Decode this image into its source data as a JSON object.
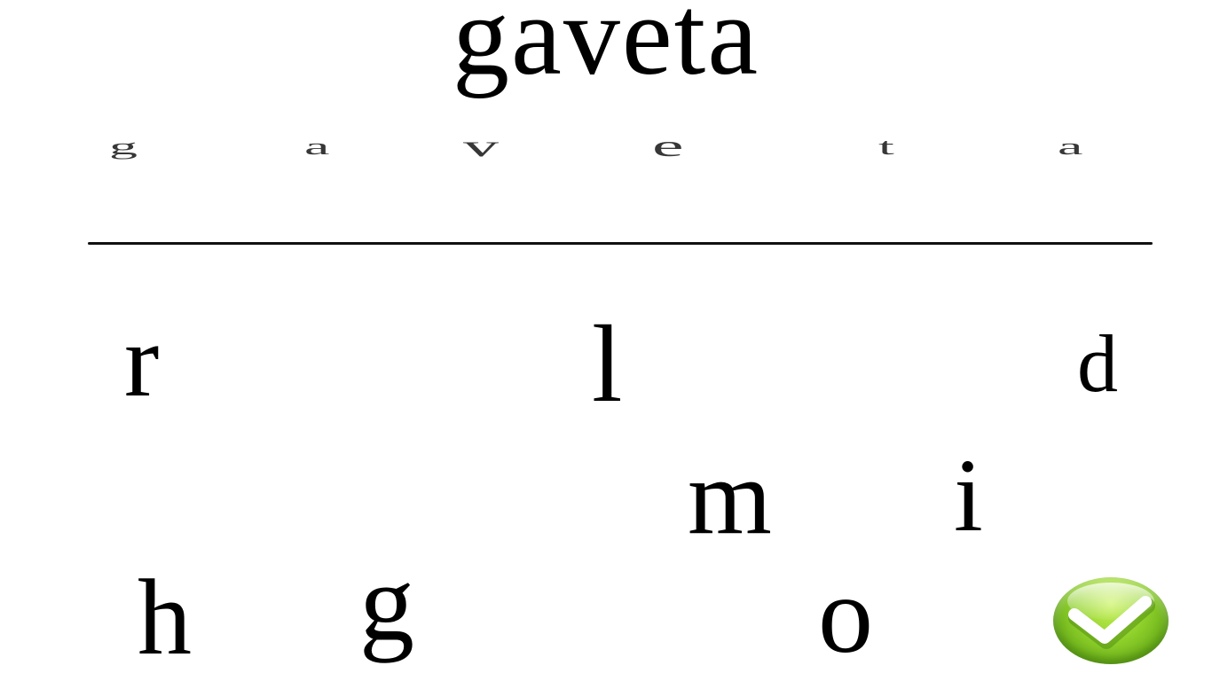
{
  "word": "gaveta",
  "hint_letters": [
    "g",
    "a",
    "v",
    "e",
    "t",
    "a"
  ],
  "letter_tiles": [
    "r",
    "l",
    "d",
    "m",
    "i",
    "h",
    "g",
    "o"
  ],
  "check_button": {
    "icon": "checkmark-icon",
    "color": "#8ed02a"
  }
}
